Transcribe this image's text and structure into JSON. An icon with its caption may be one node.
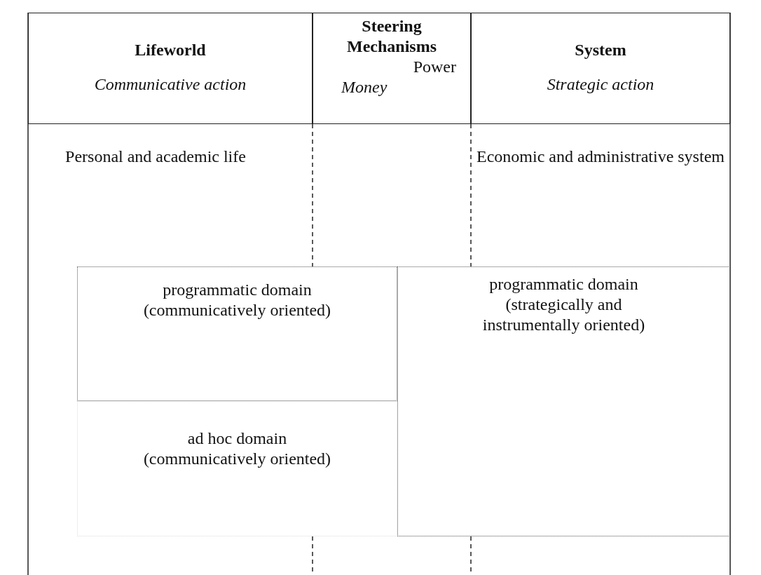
{
  "diagram": {
    "nodes": [
      {
        "text": [
          "Lifeworld",
          "Communicative action"
        ]
      },
      {
        "text": [
          "Steering Mechanisms",
          "Power",
          "Money"
        ]
      },
      {
        "text": [
          "System",
          "Strategic action"
        ]
      },
      {
        "text": [
          "programmatic domain (communicatively oriented)"
        ]
      },
      {
        "text": [
          "ad hoc domain (communicatively oriented)"
        ]
      },
      {
        "text": [
          "programmatic domain (strategically and instrumentally oriented)"
        ]
      }
    ],
    "labels": [
      "Personal and academic life",
      "Economic and administrative system"
    ]
  }
}
